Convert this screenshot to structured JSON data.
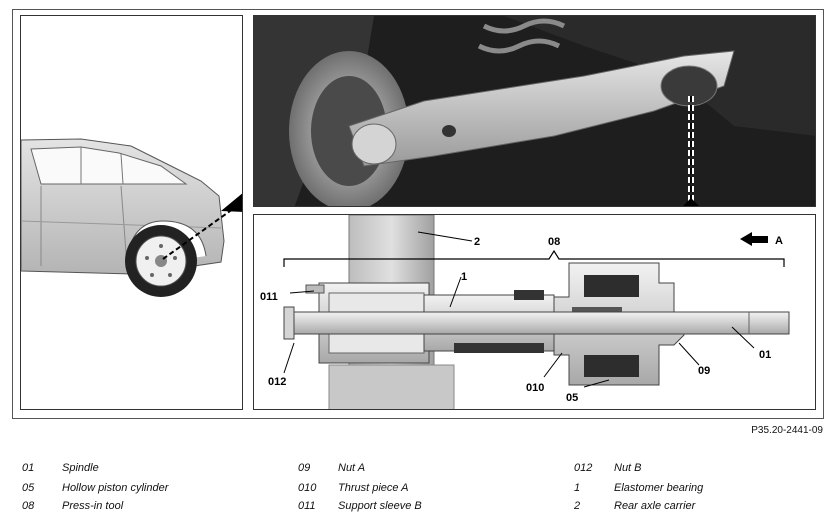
{
  "figure_ref": "P35.20-2441-09",
  "callouts": {
    "c2": "2",
    "c08": "08",
    "cA": "A",
    "c1": "1",
    "c011": "011",
    "c01": "01",
    "c012": "012",
    "c010": "010",
    "c09": "09",
    "c05": "05"
  },
  "legend": [
    {
      "code": "01",
      "text": "Spindle"
    },
    {
      "code": "05",
      "text": "Hollow piston cylinder"
    },
    {
      "code": "08",
      "text": "Press-in tool"
    },
    {
      "code": "09",
      "text": "Nut A"
    },
    {
      "code": "010",
      "text": "Thrust piece A"
    },
    {
      "code": "011",
      "text": "Support sleeve B"
    },
    {
      "code": "012",
      "text": "Nut B"
    },
    {
      "code": "1",
      "text": "Elastomer bearing"
    },
    {
      "code": "2",
      "text": "Rear axle carrier"
    }
  ]
}
